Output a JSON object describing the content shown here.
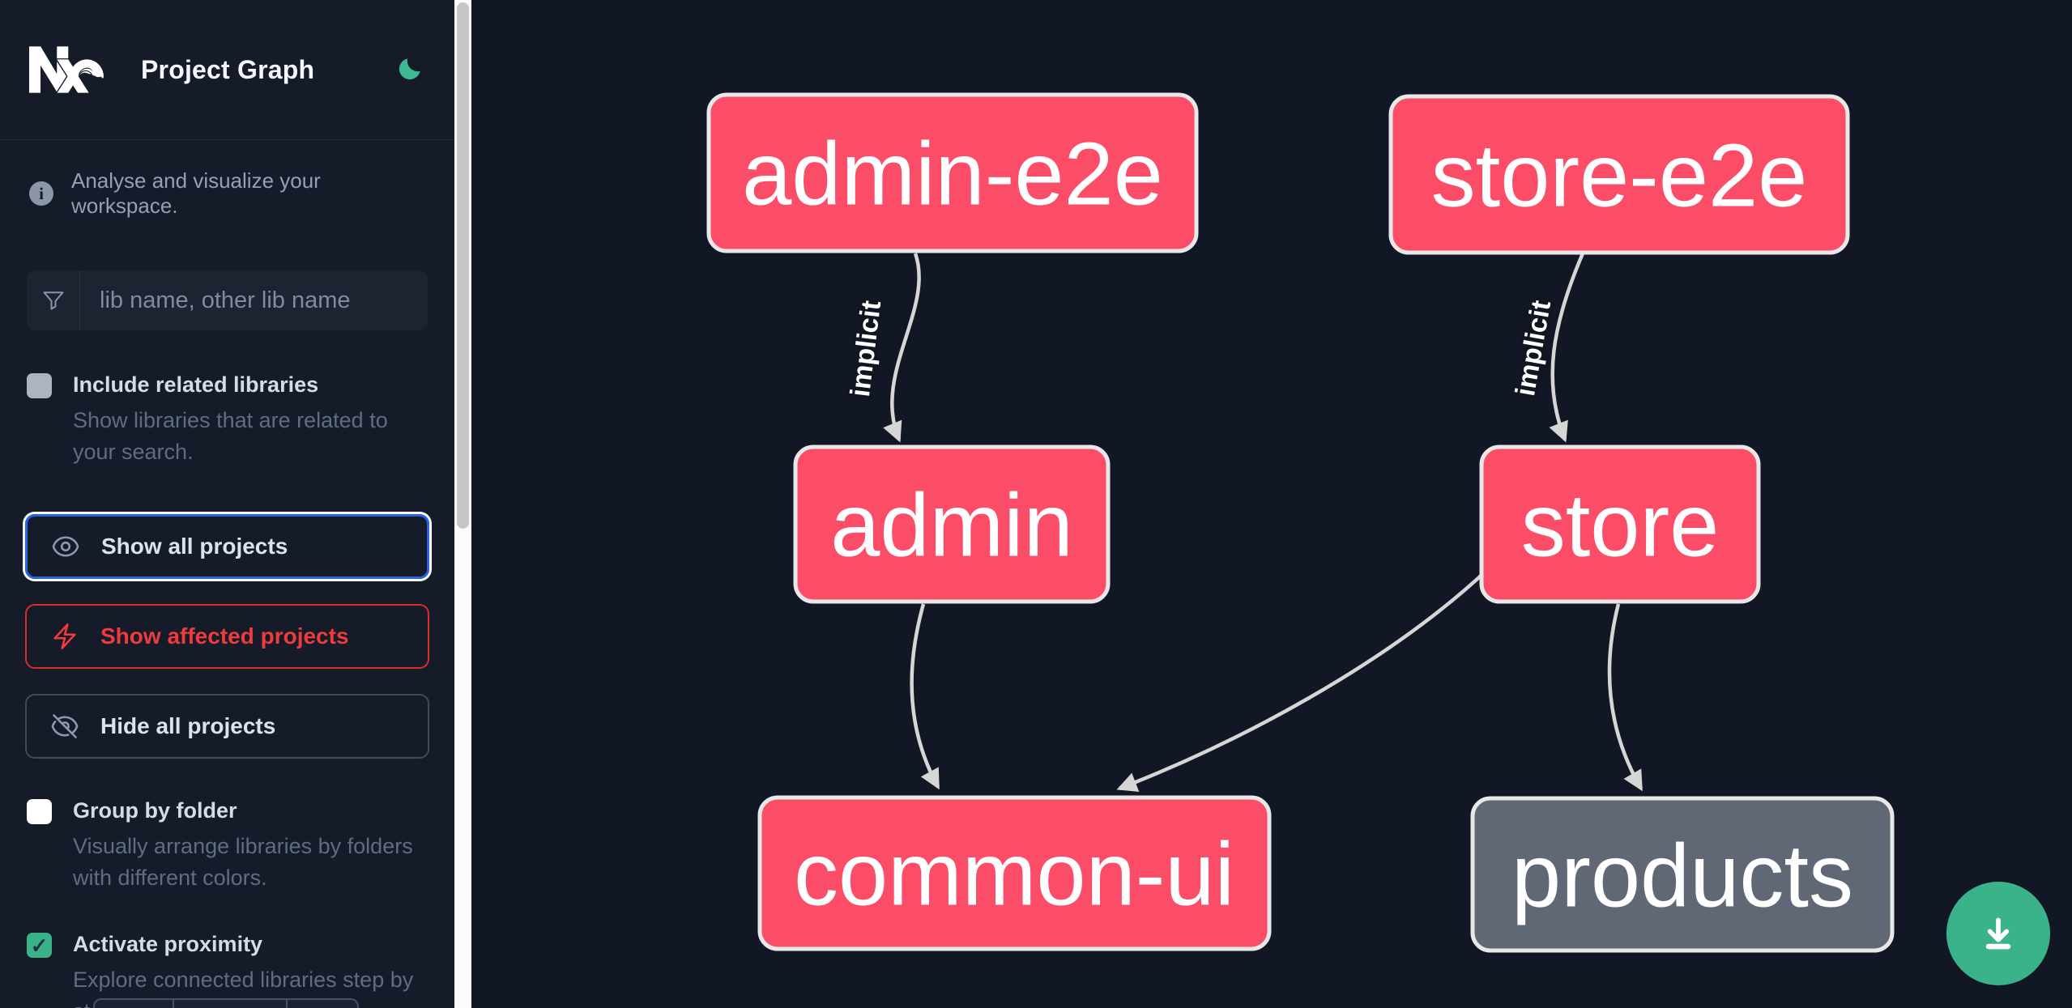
{
  "app": {
    "title": "Project Graph"
  },
  "sidebar": {
    "info_text": "Analyse and visualize your workspace.",
    "search": {
      "placeholder": "lib name, other lib name"
    },
    "options": [
      {
        "label": "Include related libraries",
        "description": "Show libraries that are related to your search.",
        "checked": false
      },
      {
        "label": "Group by folder",
        "description": "Visually arrange libraries by folders with different colors.",
        "checked": false
      },
      {
        "label": "Activate proximity",
        "description": "Explore connected libraries step by step.",
        "checked": true
      }
    ],
    "actions": [
      {
        "label": "Show all projects",
        "icon": "eye-icon",
        "state": "focused"
      },
      {
        "label": "Show affected projects",
        "icon": "bolt-icon",
        "state": "affected"
      },
      {
        "label": "Hide all projects",
        "icon": "eye-off-icon",
        "state": "default"
      }
    ]
  },
  "graph": {
    "nodes": [
      {
        "id": "admin-e2e",
        "label": "admin-e2e",
        "style": "pink"
      },
      {
        "id": "store-e2e",
        "label": "store-e2e",
        "style": "pink"
      },
      {
        "id": "admin",
        "label": "admin",
        "style": "pink"
      },
      {
        "id": "store",
        "label": "store",
        "style": "pink"
      },
      {
        "id": "common-ui",
        "label": "common-ui",
        "style": "pink"
      },
      {
        "id": "products",
        "label": "products",
        "style": "gray"
      }
    ],
    "edges": [
      {
        "from": "admin-e2e",
        "to": "admin",
        "label": "implicit"
      },
      {
        "from": "store-e2e",
        "to": "store",
        "label": "implicit"
      },
      {
        "from": "admin",
        "to": "common-ui",
        "label": ""
      },
      {
        "from": "store",
        "to": "common-ui",
        "label": ""
      },
      {
        "from": "store",
        "to": "products",
        "label": ""
      }
    ]
  },
  "colors": {
    "node_pink": "#fb4d68",
    "node_gray": "#616875",
    "accent_green": "#3ab38a",
    "focus_blue": "#2563eb",
    "affected_red": "#ef3b3b",
    "edge": "#d6d6d6"
  }
}
